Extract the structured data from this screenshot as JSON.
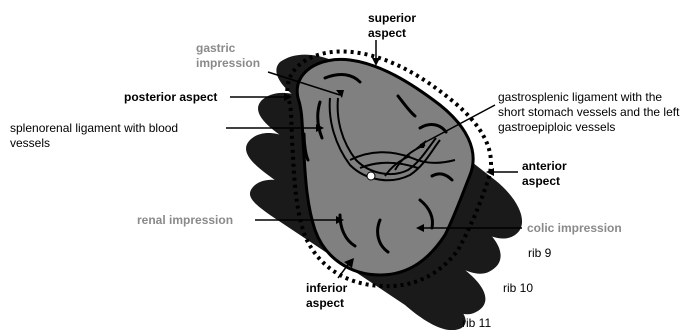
{
  "labels": {
    "superior_1": "superior",
    "superior_2": "aspect",
    "gastric_1": "gastric",
    "gastric_2": "impression",
    "posterior": "posterior aspect",
    "splenorenal_1": "splenorenal ligament with blood",
    "splenorenal_2": "vessels",
    "gastrosplenic_1": "gastrosplenic ligament with the",
    "gastrosplenic_2": "short stomach vessels and the left",
    "gastrosplenic_3": "gastroepiploic vessels",
    "anterior_1": "anterior",
    "anterior_2": "aspect",
    "renal": "renal impression",
    "colic": "colic impression",
    "rib9": "rib 9",
    "rib10": "rib 10",
    "rib11": "rib 11",
    "inferior_1": "inferior",
    "inferior_2": "aspect"
  },
  "colors": {
    "rib": "#1a1a1a",
    "spleen": "#808080",
    "outline": "#000000",
    "grey_label": "#8a8a8a"
  }
}
